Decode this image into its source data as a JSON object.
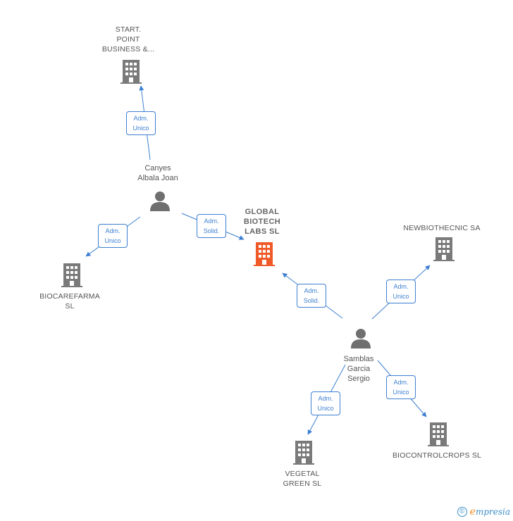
{
  "nodes": {
    "center": {
      "label_lines": [
        "GLOBAL",
        "BIOTECH",
        "LABS  SL"
      ],
      "color": "#f05a28"
    },
    "start_point": {
      "label_lines": [
        "START.",
        "POINT",
        "BUSINESS &..."
      ]
    },
    "biocarefarma": {
      "label_lines": [
        "BIOCAREFARMA",
        "SL"
      ]
    },
    "newbiothecnic": {
      "label_lines": [
        "NEWBIOTHECNIC SA"
      ]
    },
    "biocontrolcrops": {
      "label_lines": [
        "BIOCONTROLCROPS SL"
      ]
    },
    "vegetal_green": {
      "label_lines": [
        "VEGETAL",
        "GREEN  SL"
      ]
    },
    "canyes": {
      "label_lines": [
        "Canyes",
        "Albala Joan"
      ]
    },
    "samblas": {
      "label_lines": [
        "Samblas",
        "Garcia",
        "Sergio"
      ]
    }
  },
  "edges": {
    "canyes_start": {
      "line1": "Adm.",
      "line2": "Unico"
    },
    "canyes_bio": {
      "line1": "Adm.",
      "line2": "Unico"
    },
    "canyes_center": {
      "line1": "Adm.",
      "line2": "Solid."
    },
    "samblas_center": {
      "line1": "Adm.",
      "line2": "Solid."
    },
    "samblas_newbio": {
      "line1": "Adm.",
      "line2": "Unico"
    },
    "samblas_control": {
      "line1": "Adm.",
      "line2": "Unico"
    },
    "samblas_vegetal": {
      "line1": "Adm.",
      "line2": "Unico"
    }
  },
  "colors": {
    "edge": "#3d7fd1",
    "company_icon": "#7a7a7a",
    "person_icon": "#6f6f6f"
  },
  "footer": {
    "copyright": "©",
    "brand_initial": "e",
    "brand_rest": "mpresia"
  }
}
